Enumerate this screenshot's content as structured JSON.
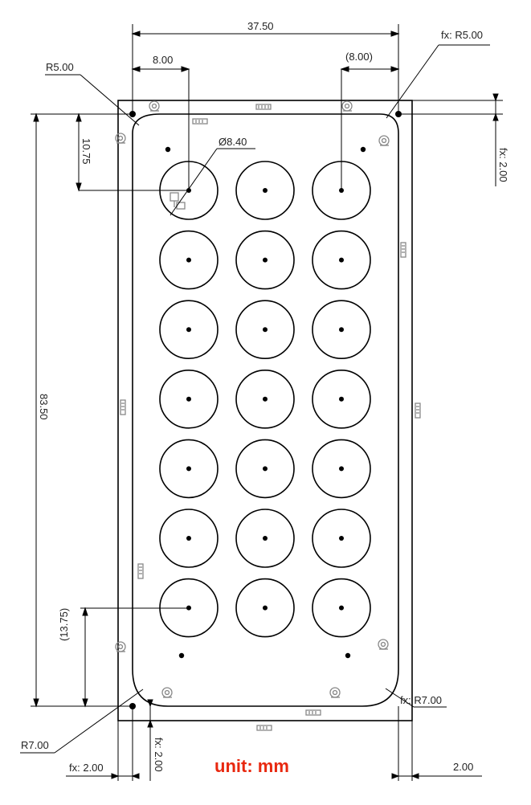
{
  "colors": {
    "plate_fill": "#eef6fb",
    "outline": "#000000",
    "unit_text": "#e8280f",
    "mark": "#888888"
  },
  "dimensions": {
    "overall_width": "37.50",
    "hole_offset_x": "8.00",
    "hole_offset_x_ref": "(8.00)",
    "fillet_tl": "R5.00",
    "fillet_tr": "fx: R5.00",
    "hole_offset_y": "10.75",
    "hole_diameter": "Ø8.40",
    "inset_top_right": "fx: 2.00",
    "overall_height": "83.50",
    "hole_offset_y_bottom": "(13.75)",
    "fillet_br": "fx: R7.00",
    "fillet_bl": "R7.00",
    "inset_bottom_left_h": "fx: 2.00",
    "inset_bottom_left_v": "fx: 2.00",
    "inset_bottom_right": "2.00"
  },
  "unit_label": "unit: mm",
  "grid": {
    "rows": 7,
    "cols": 3
  },
  "icons": [
    "cup-symbol-icon",
    "pad-marker-icon",
    "origin-icon"
  ]
}
